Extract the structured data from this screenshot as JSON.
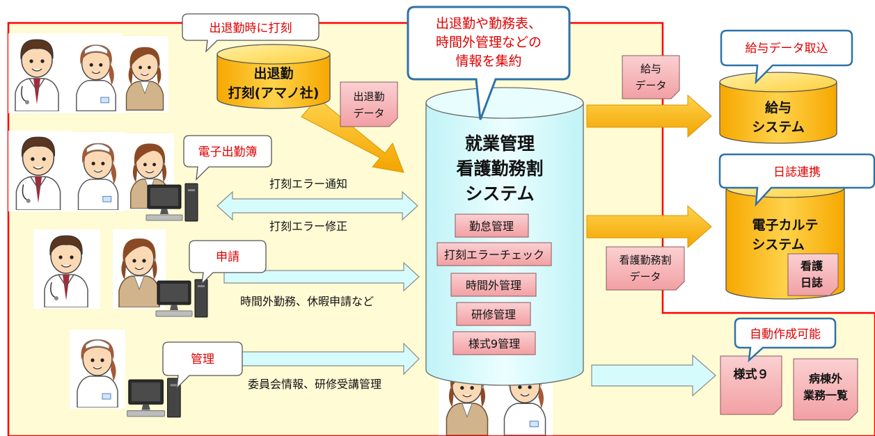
{
  "bubbles": {
    "punch": "出退勤時に打刻",
    "center": [
      "出退勤や勤務表、",
      "時間外管理などの",
      "情報を集約"
    ],
    "payroll_import": "給与データ取込",
    "journal": "日誌連携",
    "ebook": "電子出勤簿",
    "apply": "申請",
    "manage": "管理",
    "auto": "自動作成可能"
  },
  "cylinders": {
    "punch_system": [
      "出退勤",
      "打刻(アマノ社)"
    ],
    "central": [
      "就業管理",
      "看護勤務割",
      "システム"
    ],
    "payroll": [
      "給与",
      "システム"
    ],
    "emr": [
      "電子カルテ",
      "システム"
    ]
  },
  "central_modules": [
    "勤怠管理",
    "打刻エラーチェック",
    "時間外管理",
    "研修管理",
    "様式9管理"
  ],
  "data_notes": {
    "attendance": [
      "出退勤",
      "データ"
    ],
    "payroll": [
      "給与",
      "データ"
    ],
    "nursing": [
      "看護勤務割",
      "データ"
    ]
  },
  "docs": {
    "nursing_journal": [
      "看護",
      "日誌"
    ],
    "form9": "様式９",
    "ward": [
      "病棟外",
      "業務一覧"
    ]
  },
  "arrow_labels": {
    "error_notice": "打刻エラー通知",
    "error_fix": "打刻エラー修正",
    "overtime": "時間外勤務、休暇申請など",
    "committee": "委員会情報、研修受講管理"
  },
  "colors": {
    "panel_bg": "#fefbd5",
    "panel_border": "#ff0000",
    "gold": "#f7b500",
    "light_cyan": "#dbfbfd",
    "note_pink": "#f6b3b6",
    "bubble_border": "#2d72a8",
    "red_text": "#e00000"
  }
}
